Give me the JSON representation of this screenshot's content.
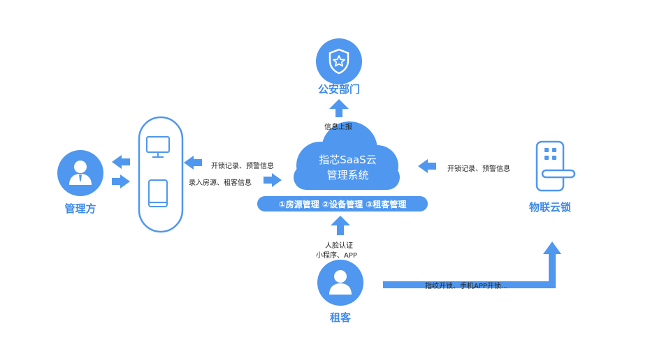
{
  "colors": {
    "primary": "#4f97ef",
    "label": "#3f8ae8",
    "text": "#222222"
  },
  "nodes": {
    "police": {
      "label": "公安部门",
      "icon": "shield-star-icon"
    },
    "cloud": {
      "line1": "指芯SaaS云",
      "line2": "管理系统"
    },
    "features": "①房源管理 ②设备管理 ③租客管理",
    "manager": {
      "label": "管理方",
      "icon": "person-tie-icon"
    },
    "iot_lock": {
      "label": "物联云锁",
      "icon": "smart-lock-icon"
    },
    "tenant": {
      "label": "租客",
      "icon": "person-icon"
    },
    "devices": {
      "icons": [
        "monitor-icon",
        "tablet-icon"
      ]
    }
  },
  "edges": {
    "report": "信息上报",
    "to_manager": "开锁记录、预警信息",
    "from_manager": "录入房源、租客信息",
    "from_lock": "开锁记录、预警信息",
    "from_tenant_line1": "人脸认证",
    "from_tenant_line2": "小程序、APP",
    "tenant_to_lock": "指纹开锁、手机APP开锁..."
  }
}
